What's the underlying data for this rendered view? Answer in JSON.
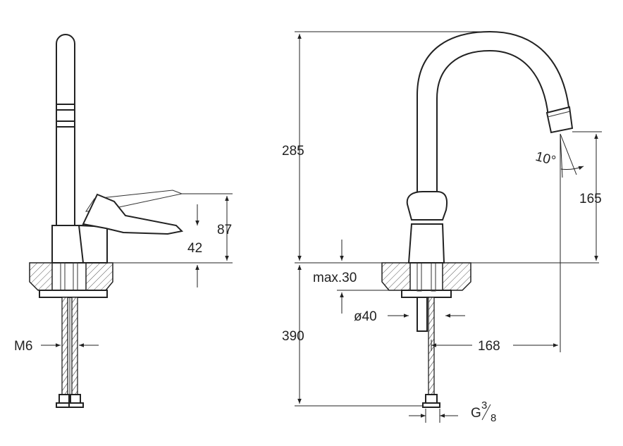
{
  "side_view": {
    "dimensions": {
      "lever_height": "87",
      "body_height": "42",
      "thread": "M6"
    }
  },
  "front_view": {
    "dimensions": {
      "spout_height": "285",
      "outlet_height": "165",
      "angle": "10°",
      "counter_thickness": "max.30",
      "hole_diameter": "ø40",
      "spout_reach": "168",
      "hose_length": "390",
      "connection_thread_base": "G",
      "connection_thread_num": "3",
      "connection_thread_den": "8"
    }
  }
}
